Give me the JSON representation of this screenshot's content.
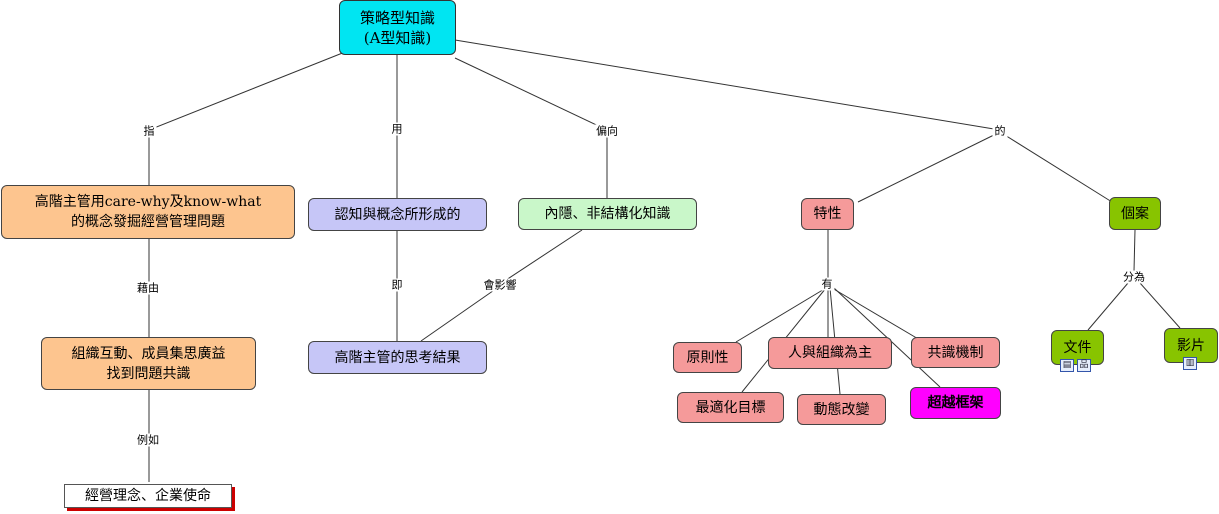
{
  "nodes": {
    "root_line1": "策略型知識",
    "root_line2": "(A型知識)",
    "senior_care_line1": "高階主管用care-why及know-what",
    "senior_care_line2": "的概念發掘經營管理問題",
    "cognition": "認知與概念所形成的",
    "tacit": "內隱、非結構化知識",
    "traits": "特性",
    "cases": "個案",
    "org_interaction_line1": "組織互動、成員集思廣益",
    "org_interaction_line2": "找到問題共識",
    "thinking_result": "高階主管的思考結果",
    "principled": "原則性",
    "people_org": "人與組織為主",
    "consensus": "共識機制",
    "optimize": "最適化目標",
    "dynamic": "動態改變",
    "transcend": "超越框架",
    "documents": "文件",
    "videos": "影片",
    "example": "經營理念、企業使命"
  },
  "links": {
    "refers": "指",
    "uses": "用",
    "leans": "偏向",
    "of": "的",
    "via": "藉由",
    "namely": "即",
    "affects": "會影響",
    "has": "有",
    "divided": "分為",
    "for_example": "例如"
  },
  "resource_icons": {
    "documents": [
      "document-icon",
      "hierarchy-icon"
    ],
    "videos": [
      "film-icon"
    ]
  },
  "colors": {
    "root": "#00e5f2",
    "orange": "#fdc58f",
    "lavender": "#c6c6f7",
    "light_green": "#c9f7c9",
    "pink": "#f59a9a",
    "magenta": "#ff00ff",
    "olive": "#88c400",
    "shadow_red": "#cc0000"
  }
}
